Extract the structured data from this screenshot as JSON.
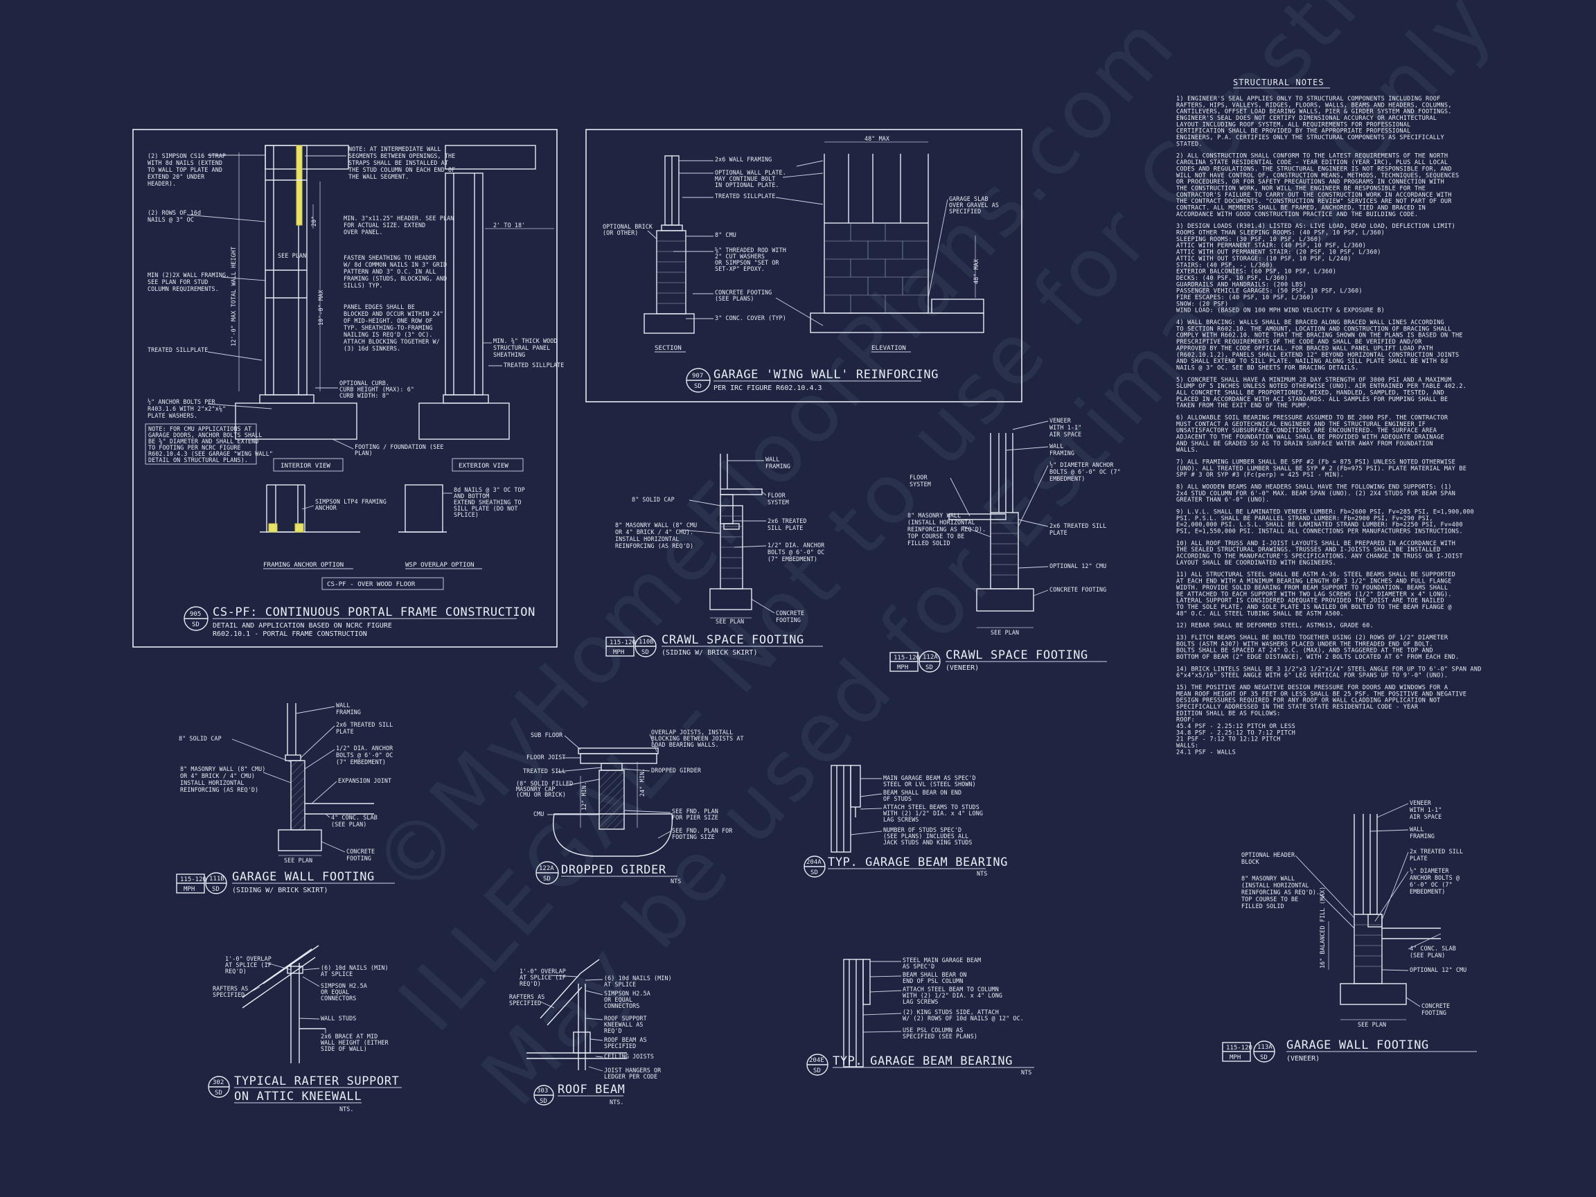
{
  "watermark": {
    "line1": "©MyHomeFloorPlans.com",
    "line2": "ILLEGAL - Not to use for Construction",
    "line3": "May be used for Estimating Only"
  },
  "portal_frame": {
    "tag_num": "905",
    "tag_sheet": "SD",
    "title": "CS-PF: CONTINUOUS PORTAL FRAME CONSTRUCTION",
    "subtitle1": "DETAIL AND APPLICATION BASED ON NCRC FIGURE",
    "subtitle2": "R602.10.1 - PORTAL FRAME CONSTRUCTION",
    "interior_view": "INTERIOR VIEW",
    "exterior_view": "EXTERIOR VIEW",
    "framing_anchor_option": "FRAMING ANCHOR OPTION",
    "wsp_overlap_option": "WSP OVERLAP OPTION",
    "over_wood_floor": "CS-PF - OVER WOOD FLOOR",
    "labels": [
      "(2) SIMPSON CS16 STRAP",
      "WITH 8d NAILS (EXTEND",
      "TO WALL TOP PLATE AND",
      "EXTEND 20\" UNDER",
      "HEADER).",
      "(2) ROWS OF 16d",
      "NAILS @ 3\" OC",
      "MIN (2)2X WALL FRAMING.",
      "SEE PLAN FOR STUD",
      "COLUMN REQUIREMENTS.",
      "TREATED SILLPLATE",
      "½\" ANCHOR BOLTS PER",
      "R403.1.6 WITH 2\"x2\"x⅛\"",
      "PLATE WASHERS."
    ],
    "note_box": [
      "NOTE: FOR CMU APPLICATIONS AT",
      "GARAGE DOORS, ANCHOR BOLTS SHALL",
      "BE ⅝\" DIAMETER AND SHALL EXTEND",
      "TO FOOTING PER NCRC FIGURE",
      "R602.10.4.3 (SEE GARAGE \"WING WALL\"",
      "DETAIL ON STRUCTURAL PLANS)."
    ],
    "mid_labels": [
      "NOTE: AT INTERMEDIATE WALL",
      "SEGMENTS BETWEEN OPENINGS, THE",
      "STRAPS SHALL BE INSTALLED AT",
      "THE STUD COLUMN ON EACH END OF",
      "THE WALL SEGMENT.",
      "MIN. 3\"x11.25\" HEADER. SEE PLAN",
      "FOR ACTUAL SIZE. EXTEND",
      "OVER PANEL.",
      "FASTEN SHEATHING TO HEADER",
      "W/ 8d COMMON NAILS IN 3\" GRID",
      "PATTERN AND 3\" O.C. IN ALL",
      "FRAMING (STUDS, BLOCKING, AND",
      "SILLS) TYP.",
      "PANEL EDGES SHALL BE",
      "BLOCKED AND OCCUR WITHIN 24\"",
      "OF MID-HEIGHT. ONE ROW OF",
      "TYP. SHEATHING-TO-FRAMING",
      "NAILING IS REQ'D (3\" OC).",
      "ATTACH BLOCKING TOGETHER W/",
      "(3) 16d SINKERS."
    ],
    "right_labels": [
      "2' TO 18'",
      "MIN. ⅜\" THICK WOOD",
      "STRUCTURAL PANEL",
      "SHEATHING",
      "TREATED SILLPLATE",
      "OPTIONAL CURB.",
      "CURB HEIGHT (MAX): 6\"",
      "CURB WIDTH: 8\"",
      "FOOTING / FOUNDATION (SEE",
      "PLAN)",
      "SIMPSON LTP4 FRAMING",
      "ANCHOR",
      "8d NAILS @ 3\" OC TOP",
      "AND BOTTOM",
      "EXTEND SHEATHING TO",
      "SILL PLATE (DO NOT",
      "SPLICE)"
    ],
    "dims": [
      "12'-0\" MAX TOTAL WALL HEIGHT",
      "10'-0\" MAX",
      "20\"",
      "SEE PLAN"
    ]
  },
  "wing_wall": {
    "tag_num": "907",
    "tag_sheet": "SD",
    "title": "GARAGE 'WING WALL' REINFORCING",
    "subtitle": "PER IRC FIGURE R602.10.4.3",
    "section": "SECTION",
    "elevation": "ELEVATION",
    "dim": "48\" MAX",
    "dim_v": "48\" MAX",
    "labels": [
      "2x6 WALL FRAMING",
      "OPTIONAL WALL PLATE.",
      "MAY CONTINUE BOLT",
      "IN OPTIONAL PLATE.",
      "TREATED SILLPLATE",
      "OPTIONAL BRICK",
      "(OR OTHER)",
      "8\" CMU",
      "⅝\" THREADED ROD WITH",
      "2\" CUT WASHERS",
      "OR SIMPSON \"SET OR",
      "SET-XP\" EPOXY.",
      "CONCRETE FOOTING",
      "(SEE PLANS)",
      "3\" CONC. COVER (TYP)",
      "GARAGE SLAB",
      "OVER GRAVEL AS",
      "SPECIFIED"
    ]
  },
  "crawl_brick": {
    "mph": "115-120",
    "mph_unit": "MPH",
    "tag_num": "110B",
    "tag_sheet": "SD",
    "title": "CRAWL SPACE FOOTING",
    "subtitle": "(SIDING W/ BRICK SKIRT)",
    "see_plan": "SEE PLAN",
    "labels": [
      "WALL",
      "FRAMING",
      "FLOOR",
      "SYSTEM",
      "8\" SOLID CAP",
      "8\" MASONRY WALL (8\" CMU",
      "OR 4\" BRICK / 4\" CMU).",
      "INSTALL HORIZONTAL",
      "REINFORCING (AS REQ'D)",
      "2x6 TREATED",
      "SILL PLATE",
      "1/2\" DIA. ANCHOR",
      "BOLTS @ 6'-0\" OC",
      "(7\" EMBEDMENT)",
      "CONCRETE",
      "FOOTING"
    ]
  },
  "crawl_veneer": {
    "mph": "115-120",
    "mph_unit": "MPH",
    "tag_num": "112A",
    "tag_sheet": "SD",
    "title": "CRAWL SPACE FOOTING",
    "subtitle": "(VENEER)",
    "see_plan": "SEE PLAN",
    "labels": [
      "VENEER",
      "WITH 1-1\"",
      "AIR SPACE",
      "WALL",
      "FRAMING",
      "½\" DIAMETER ANCHOR",
      "BOLTS @ 6'-0\" OC (7\"",
      "EMBEDMENT)",
      "FLOOR",
      "SYSTEM",
      "8\" MASONRY WALL",
      "(INSTALL HORIZONTAL",
      "REINFORCING AS REQ'D).",
      "TOP COURSE TO BE",
      "FILLED SOLID",
      "2x6 TREATED SILL",
      "PLATE",
      "OPTIONAL 12\" CMU",
      "CONCRETE FOOTING"
    ]
  },
  "garage_wall_brick": {
    "mph": "115-120",
    "mph_unit": "MPH",
    "tag_num": "111B",
    "tag_sheet": "SD",
    "title": "GARAGE WALL FOOTING",
    "subtitle": "(SIDING W/ BRICK SKIRT)",
    "see_plan": "SEE PLAN",
    "labels": [
      "WALL",
      "FRAMING",
      "2x6 TREATED SILL",
      "PLATE",
      "8\" SOLID CAP",
      "1/2\" DIA. ANCHOR",
      "BOLTS @ 6'-0\" OC",
      "(7\" EMBEDMENT)",
      "8\" MASONRY WALL (8\" CMU)",
      "OR 4\" BRICK / 4\" CMU)",
      "INSTALL HORIZONTAL",
      "REINFORCING (AS REQ'D)",
      "EXPANSION JOINT",
      "4\" CONC. SLAB",
      "(SEE PLAN)",
      "CONCRETE",
      "FOOTING"
    ]
  },
  "dropped_girder": {
    "tag_num": "122A",
    "tag_sheet": "SD",
    "title": "DROPPED GIRDER",
    "nts": "NTS",
    "labels": [
      "SUB FLOOR",
      "FLOOR JOIST",
      "TREATED SILL",
      "(8\" SOLID FILLED",
      "MASONRY CAP",
      "(CMU OR BRICK)",
      "CMU",
      "OVERLAP JOISTS, INSTALL",
      "BLOCKING BETWEEN JOISTS AT",
      "LOAD BEARING WALLS.",
      "DROPPED GIRDER",
      "SEE FND. PLAN",
      "FOR PIER SIZE",
      "SEE FND. PLAN FOR",
      "FOOTING SIZE",
      "24\" MIN.",
      "12\" MIN."
    ]
  },
  "beam_bearing_a": {
    "tag_num": "204A",
    "tag_sheet": "SD",
    "title": "TYP. GARAGE BEAM BEARING",
    "nts": "NTS",
    "labels": [
      "MAIN GARAGE BEAM AS SPEC'D",
      "STEEL OR LVL (STEEL SHOWN)",
      "BEAM SHALL BEAR ON END",
      "OF STUDS",
      "ATTACH STEEL BEAMS TO STUDS",
      "WITH (2) 1/2\" DIA. x 4\" LONG",
      "LAG SCREWS",
      "NUMBER OF STUDS SPEC'D",
      "(SEE PLANS) INCLUDES ALL",
      "JACK STUDS AND KING STUDS"
    ]
  },
  "beam_bearing_e": {
    "tag_num": "204E",
    "tag_sheet": "SD",
    "title": "TYP. GARAGE BEAM BEARING",
    "nts": "NTS",
    "labels": [
      "STEEL MAIN GARAGE BEAM",
      "AS SPEC'D",
      "BEAM SHALL BEAR ON",
      "END OF PSL COLUMN",
      "ATTACH STEEL BEAM TO COLUMN",
      "WITH (2) 1/2\" DIA. x 4\" LONG",
      "LAG SCREWS",
      "(2) KING STUDS SIDE, ATTACH",
      "W/ (2) ROWS OF 10d NAILS @ 12\" OC.",
      "USE PSL COLUMN AS",
      "SPECIFIED (SEE PLANS)"
    ]
  },
  "rafter_support": {
    "tag_num": "302",
    "tag_sheet": "SD",
    "title1": "TYPICAL RAFTER SUPPORT",
    "title2": "ON ATTIC KNEEWALL",
    "nts": "NTS.",
    "labels": [
      "1'-0\" OVERLAP",
      "AT SPLICE (IF",
      "REQ'D)",
      "RAFTERS AS",
      "SPECIFIED",
      "(6) 10d NAILS (MIN)",
      "AT SPLICE",
      "SIMPSON H2.5A",
      "OR EQUAL",
      "CONNECTORS",
      "WALL STUDS",
      "2x6 BRACE AT MID",
      "WALL HEIGHT (EITHER",
      "SIDE OF WALL)"
    ]
  },
  "roof_beam": {
    "tag_num": "303",
    "tag_sheet": "SD",
    "title": "ROOF BEAM",
    "nts": "NTS.",
    "labels": [
      "1'-0\" OVERLAP",
      "AT SPLICE (IF",
      "REQ'D)",
      "RAFTERS AS",
      "SPECIFIED",
      "(6) 10d NAILS (MIN)",
      "AT SPLICE",
      "SIMPSON H2.5A",
      "OR EQUAL",
      "CONNECTORS",
      "ROOF SUPPORT",
      "KNEEWALL AS",
      "REQ'D",
      "ROOF BEAM AS",
      "SPECIFIED",
      "CEILING JOISTS",
      "JOIST HANGERS OR",
      "LEDGER PER CODE"
    ]
  },
  "garage_wall_veneer": {
    "mph": "115-120",
    "mph_unit": "MPH",
    "tag_num": "113A",
    "tag_sheet": "SD",
    "title": "GARAGE WALL FOOTING",
    "subtitle": "(VENEER)",
    "see_plan": "SEE PLAN",
    "dim": "16\" BALANCED FILL (MAX)",
    "labels": [
      "VENEER",
      "WITH 1-1\"",
      "AIR SPACE",
      "WALL",
      "FRAMING",
      "OPTIONAL HEADER",
      "BLOCK",
      "2x TREATED SILL",
      "PLATE",
      "½\" DIAMETER",
      "ANCHOR BOLTS @",
      "6'-0\" OC (7\"",
      "EMBEDMENT)",
      "8\" MASONRY WALL",
      "(INSTALL HORIZONTAL",
      "REINFORCING AS REQ'D).",
      "TOP COURSE TO BE",
      "FILLED SOLID",
      "4\" CONC. SLAB",
      "(SEE PLAN)",
      "OPTIONAL 12\" CMU",
      "CONCRETE",
      "FOOTING"
    ]
  },
  "notes": {
    "heading": "STRUCTURAL NOTES",
    "paragraphs": [
      [
        "1) ENGINEER'S SEAL APPLIES ONLY TO STRUCTURAL COMPONENTS INCLUDING ROOF",
        "RAFTERS, HIPS, VALLEYS, RIDGES, FLOORS, WALLS, BEAMS AND HEADERS, COLUMNS,",
        "CANTILEVERS, OFFSET LOAD BEARING WALLS, PIER & GIRDER SYSTEM AND FOOTINGS.",
        "ENGINEER'S SEAL DOES NOT CERTIFY DIMENSIONAL ACCURACY OR ARCHITECTURAL",
        "LAYOUT INCLUDING ROOF SYSTEM. ALL REQUIREMENTS FOR PROFESSIONAL",
        "CERTIFICATION SHALL BE PROVIDED BY THE APPROPRIATE PROFESSIONAL",
        "ENGINEERS, P.A. CERTIFIES ONLY THE STRUCTURAL COMPONENTS AS SPECIFICALLY",
        "STATED."
      ],
      [
        "2) ALL CONSTRUCTION SHALL CONFORM TO THE LATEST REQUIREMENTS OF THE NORTH",
        "CAROLINA STATE RESIDENTIAL CODE - YEAR EDITION (YEAR IRC), PLUS ALL LOCAL",
        "CODES AND REGULATIONS. THE STRUCTURAL ENGINEER IS NOT RESPONSIBLE FOR, AND",
        "WILL NOT HAVE CONTROL OF, CONSTRUCTION MEANS, METHODS, TECHNIQUES, SEQUENCES",
        "OR PROCEDURES, OR FOR SAFETY PRECAUTIONS AND PROGRAMS IN CONNECTION WITH",
        "THE CONSTRUCTION WORK, NOR WILL THE ENGINEER BE RESPONSIBLE FOR THE",
        "CONTRACTOR'S FAILURE TO CARRY OUT THE CONSTRUCTION WORK IN ACCORDANCE WITH",
        "THE CONTRACT DOCUMENTS. \"CONSTRUCTION REVIEW\" SERVICES ARE NOT PART OF OUR",
        "CONTRACT. ALL MEMBERS SHALL BE FRAMED, ANCHORED, TIED AND BRACED IN",
        "ACCORDANCE WITH GOOD CONSTRUCTION PRACTICE AND THE BUILDING CODE."
      ],
      [
        "3) DESIGN LOADS (R301.4) LISTED AS: LIVE LOAD, DEAD LOAD, DEFLECTION LIMIT)",
        "ROOMS OTHER THAN SLEEPING ROOMS: (40 PSF, 10 PSF, L/360)",
        "SLEEPING ROOMS: (30 PSF, 10 PSF, L/360)",
        "ATTIC WITH PERMANENT STAIR: (40 PSF, 10 PSF, L/360)",
        "ATTIC WITH OUT PERMANENT STAIR: (20 PSF, 10 PSF, L/360)",
        "ATTIC WITH OUT STORAGE: (10 PSF, 10 PSF, L/240)",
        "STAIRS: (40 PSF, -, L/360)",
        "EXTERIOR BALCONIES: (60 PSF, 10 PSF, L/360)",
        "DECKS: (40 PSF, 10 PSF, L/360)",
        "GUARDRAILS AND HANDRAILS: (200 LBS)",
        "PASSENGER VEHICLE GARAGES: (50 PSF, 10 PSF, L/360)",
        "FIRE ESCAPES: (40 PSF, 10 PSF, L/360)",
        "SNOW: (20      PSF)",
        "WIND LOAD: (BASED ON 100 MPH WIND VELOCITY & EXPOSURE B)"
      ],
      [
        "4) WALL BRACING:  WALLS SHALL BE BRACED ALONG BRACED WALL LINES ACCORDING",
        "TO SECTION R602.10. THE AMOUNT, LOCATION AND CONSTRUCTION OF BRACING SHALL",
        "COMPLY WITH R602.10. NOTE THAT THE BRACING SHOWN ON THE PLANS IS BASED ON THE",
        "PRESCRIPTIVE REQUIREMENTS OF THE CODE AND SHALL BE VERIFIED AND/OR",
        "APPROVED BY THE CODE OFFICIAL. FOR BRACED WALL PANEL UPLIFT LOAD PATH",
        "(R602.10.1.2), PANELS SHALL EXTEND 12\" BEYOND HORIZONTAL CONSTRUCTION JOINTS",
        "AND SHALL EXTEND TO SILL PLATE. NAILING ALONG SILL PLATE SHALL BE WITH 8d",
        "NAILS @ 3\" OC. SEE BD SHEETS FOR BRACING DETAILS."
      ],
      [
        "5) CONCRETE SHALL HAVE A MINIMUM 28 DAY STRENGTH OF 3000 PSI AND A MAXIMUM",
        "SLUMP OF 5 INCHES UNLESS NOTED OTHERWISE (UNO). AIR ENTRAINED PER TABLE 402.2.",
        "ALL CONCRETE SHALL BE PROPORTIONED, MIXED, HANDLED, SAMPLED, TESTED, AND",
        "PLACED IN ACCORDANCE WITH ACI STANDARDS. ALL SAMPLES FOR PUMPING SHALL BE",
        "TAKEN FROM THE EXIT END OF THE PUMP."
      ],
      [
        "6) ALLOWABLE SOIL BEARING PRESSURE ASSUMED TO BE 2000 PSF. THE CONTRACTOR",
        "MUST CONTACT A GEOTECHNICAL ENGINEER AND THE STRUCTURAL ENGINEER IF",
        "UNSATISFACTORY SUBSURFACE CONDITIONS ARE ENCOUNTERED. THE SURFACE AREA",
        "ADJACENT TO THE FOUNDATION WALL SHALL BE PROVIDED WITH ADEQUATE DRAINAGE",
        "AND SHALL BE GRADED SO AS TO DRAIN SURFACE WATER AWAY FROM FOUNDATION",
        "WALLS."
      ],
      [
        "7) ALL FRAMING LUMBER SHALL BE SPF #2 (Fb = 875 PSI) UNLESS NOTED OTHERWISE",
        "(UNO). ALL TREATED LUMBER SHALL BE SYP # 2 (Fb=975 PSI). PLATE MATERIAL MAY BE",
        "SPF # 3 OR SYP #3 (Fc(perp) = 425 PSI - MIN)."
      ],
      [
        "8) ALL WOODEN BEAMS AND HEADERS SHALL HAVE THE FOLLOWING END SUPPORTS: (1)",
        "2x4 STUD COLUMN FOR 6'-0\" MAX. BEAM SPAN (UNO). (2) 2X4 STUDS FOR BEAM SPAN",
        "GREATER THAN 6'-0\" (UNO)."
      ],
      [
        "9) L.V.L.  SHALL BE LAMINATED VENEER LUMBER: Fb=2600 PSI, Fv=285 PSI, E=1,900,000",
        "PSI. P.S.L.  SHALL BE PARALLEL STRAND LUMBER: Fb=2900 PSI, Fv=290 PSI,",
        "E=2,000,000 PSI. L.S.L.  SHALL BE LAMINATED STRAND LUMBER: Fb=2250 PSI, Fv=400",
        "PSI, E=1,550,000 PSI. INSTALL ALL CONNECTIONS PER MANUFACTURERS INSTRUCTIONS."
      ],
      [
        "10) ALL ROOF TRUSS AND I-JOIST LAYOUTS SHALL BE PREPARED IN ACCORDANCE WITH",
        "THE SEALED STRUCTURAL DRAWINGS. TRUSSES AND I-JOISTS SHALL BE INSTALLED",
        "ACCORDING TO THE MANUFACTURE'S SPECIFICATIONS. ANY CHANGE IN TRUSS OR I-JOIST",
        "LAYOUT SHALL BE COORDINATED WITH ENGINEERS."
      ],
      [
        "11) ALL STRUCTURAL STEEL SHALL BE ASTM A-36. STEEL BEAMS SHALL BE SUPPORTED",
        "AT EACH END WITH A MINIMUM BEARING LENGTH OF 3 1/2\" INCHES AND FULL FLANGE",
        "WIDTH. PROVIDE SOLID BEARING FROM BEAM SUPPORT TO FOUNDATION.  BEAMS SHALL",
        "BE ATTACHED TO EACH SUPPORT WITH TWO LAG SCREWS (1/2\" DIAMETER x 4\" LONG).",
        "LATERAL SUPPORT IS CONSIDERED ADEQUATE PROVIDED THE JOIST ARE TOE NAILED",
        "TO THE SOLE PLATE, AND SOLE PLATE IS NAILED OR BOLTED TO THE BEAM FLANGE @",
        "48\" O.C. ALL STEEL TUBING SHALL BE ASTM A500."
      ],
      [
        "12) REBAR SHALL BE DEFORMED STEEL, ASTM615, GRADE 60."
      ],
      [
        "13) FLITCH BEAMS SHALL BE BOLTED TOGETHER USING (2) ROWS OF 1/2\" DIAMETER",
        "BOLTS (ASTM A307) WITH WASHERS PLACED UNDER THE THREADED END OF BOLT.",
        "BOLTS SHALL BE SPACED AT 24\" O.C. (MAX), AND STAGGERED AT THE TOP AND",
        "BOTTOM OF BEAM (2\" EDGE DISTANCE), WITH 2 BOLTS LOCATED AT 6\" FROM EACH END."
      ],
      [
        "14) BRICK LINTELS SHALL BE 3 1/2\"x3 1/2\"x1/4\" STEEL ANGLE FOR UP TO 6'-0\" SPAN AND",
        "6\"x4\"x5/16\" STEEL ANGLE WITH 6\" LEG VERTICAL FOR SPANS UP TO 9'-0\" (UNO)."
      ],
      [
        "15) THE POSITIVE AND NEGATIVE DESIGN PRESSURE FOR DOORS AND WINDOWS FOR A",
        "MEAN ROOF HEIGHT OF 35 FEET OR LESS SHALL BE 25 PSF. THE POSITIVE AND NEGATIVE",
        "DESIGN PRESSURES REQUIRED FOR ANY ROOF OR WALL CLADDING APPLICATION NOT",
        "SPECIFICALLY ADDRESSED IN THE STATE STATE RESIDENTIAL CODE - YEAR",
        "EDITION SHALL BE AS FOLLOWS:",
        "ROOF:",
        "45.4 PSF - 2.25:12 PITCH OR LESS",
        "34.8 PSF - 2.25:12 TO 7:12 PITCH",
        "21 PSF - 7:12 TO 12:12 PITCH",
        "WALLS:",
        "24.1 PSF - WALLS"
      ]
    ]
  }
}
